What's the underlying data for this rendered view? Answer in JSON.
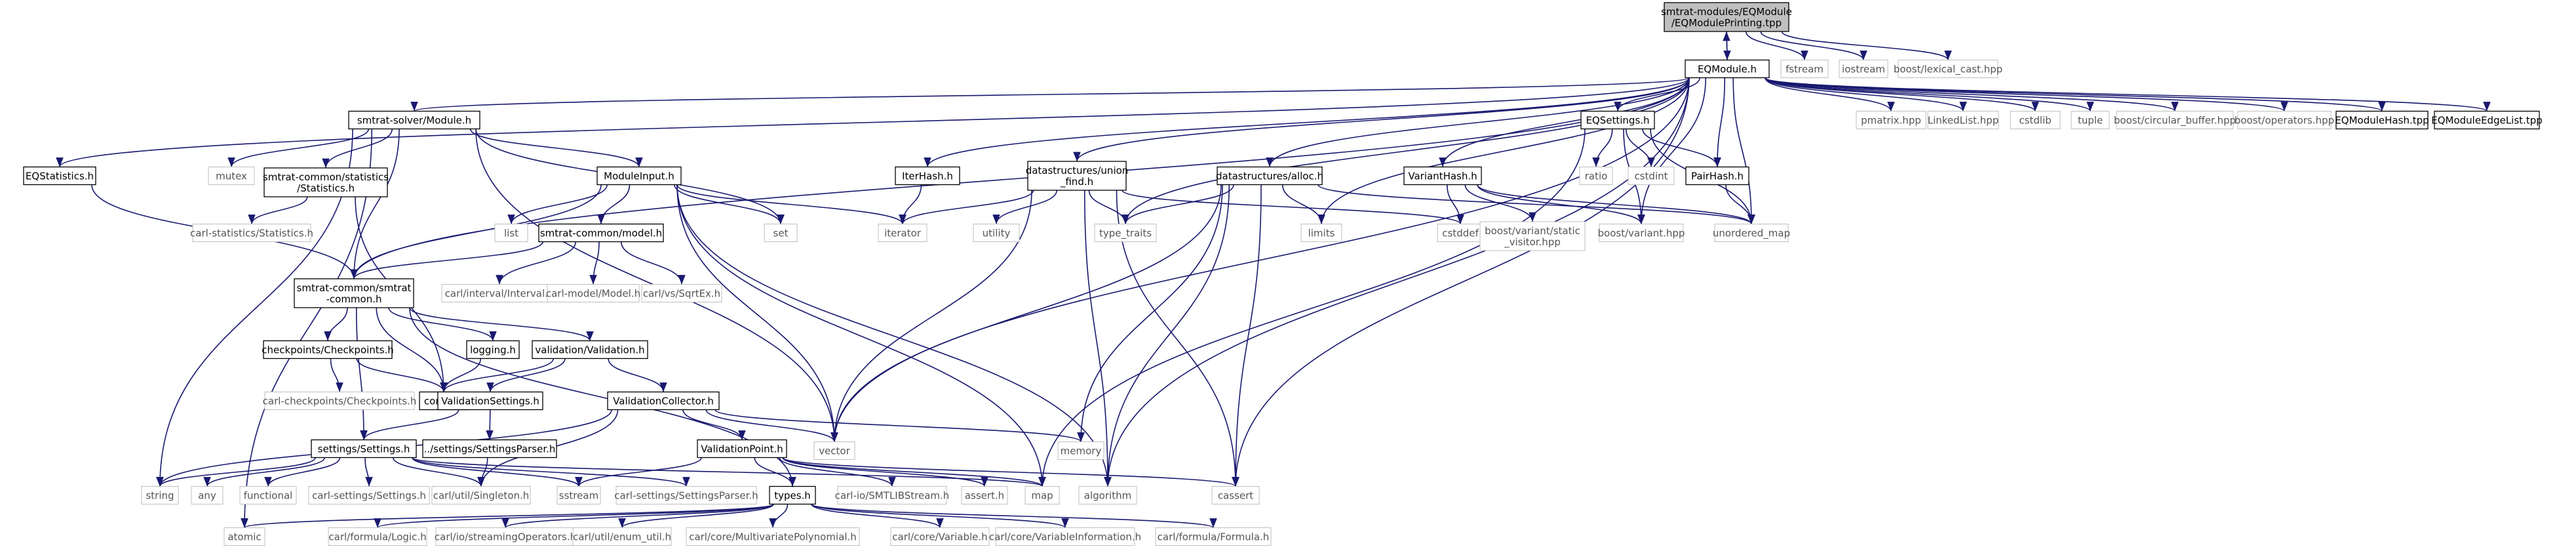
{
  "colors": {
    "edge": "#191970",
    "root_fill": "#bfbfbf",
    "node_border": "#000000",
    "external_border": "#bfbfbf",
    "external_text": "#555555",
    "text": "#000000"
  },
  "nodes": [
    {
      "id": "root",
      "label": "smtrat-modules/EQModule\n/EQModulePrinting.tpp",
      "kind": "root"
    },
    {
      "id": "eqmodule",
      "label": "EQModule.h",
      "kind": "file"
    },
    {
      "id": "fstream",
      "label": "fstream",
      "kind": "external"
    },
    {
      "id": "iostream",
      "label": "iostream",
      "kind": "external"
    },
    {
      "id": "lexical",
      "label": "boost/lexical_cast.hpp",
      "kind": "external"
    },
    {
      "id": "module",
      "label": "smtrat-solver/Module.h",
      "kind": "file"
    },
    {
      "id": "iterhash",
      "label": "IterHash.h",
      "kind": "file"
    },
    {
      "id": "unionfind",
      "label": "datastructures/union\n_find.h",
      "kind": "file"
    },
    {
      "id": "alloc",
      "label": "datastructures/alloc.h",
      "kind": "file"
    },
    {
      "id": "eqsettings",
      "label": "EQSettings.h",
      "kind": "file"
    },
    {
      "id": "varianthash",
      "label": "VariantHash.h",
      "kind": "file"
    },
    {
      "id": "pairhash",
      "label": "PairHash.h",
      "kind": "file"
    },
    {
      "id": "pmatrix",
      "label": "pmatrix.hpp",
      "kind": "external"
    },
    {
      "id": "linkedlist",
      "label": "LinkedList.hpp",
      "kind": "external"
    },
    {
      "id": "cstdlib",
      "label": "cstdlib",
      "kind": "external"
    },
    {
      "id": "tuple",
      "label": "tuple",
      "kind": "external"
    },
    {
      "id": "circbuf",
      "label": "boost/circular_buffer.hpp",
      "kind": "external"
    },
    {
      "id": "boostops",
      "label": "boost/operators.hpp",
      "kind": "external"
    },
    {
      "id": "eqmodulehash",
      "label": "EQModuleHash.tpp",
      "kind": "file"
    },
    {
      "id": "eqmoduleedgelist",
      "label": "EQModuleEdgeList.tpp",
      "kind": "file"
    },
    {
      "id": "eqstatistics",
      "label": "EQStatistics.h",
      "kind": "file"
    },
    {
      "id": "mutex",
      "label": "mutex",
      "kind": "external"
    },
    {
      "id": "statistics",
      "label": "smtrat-common/statistics\n/Statistics.h",
      "kind": "file"
    },
    {
      "id": "moduleinput",
      "label": "ModuleInput.h",
      "kind": "file"
    },
    {
      "id": "carlstats",
      "label": "carl-statistics/Statistics.h",
      "kind": "external"
    },
    {
      "id": "list",
      "label": "list",
      "kind": "external"
    },
    {
      "id": "model",
      "label": "smtrat-common/model.h",
      "kind": "file"
    },
    {
      "id": "set",
      "label": "set",
      "kind": "external"
    },
    {
      "id": "iterator",
      "label": "iterator",
      "kind": "external"
    },
    {
      "id": "utility",
      "label": "utility",
      "kind": "external"
    },
    {
      "id": "typetraits",
      "label": "type_traits",
      "kind": "external"
    },
    {
      "id": "limits",
      "label": "limits",
      "kind": "external"
    },
    {
      "id": "cstddef",
      "label": "cstddef",
      "kind": "external"
    },
    {
      "id": "ratio",
      "label": "ratio",
      "kind": "external"
    },
    {
      "id": "cstdint",
      "label": "cstdint",
      "kind": "external"
    },
    {
      "id": "boostvariant",
      "label": "boost/variant.hpp",
      "kind": "external"
    },
    {
      "id": "unorderedmap",
      "label": "unordered_map",
      "kind": "external"
    },
    {
      "id": "staticvisitor",
      "label": "boost/variant/static\n_visitor.hpp",
      "kind": "external"
    },
    {
      "id": "common",
      "label": "smtrat-common/smtrat\n-common.h",
      "kind": "file"
    },
    {
      "id": "interval",
      "label": "carl/interval/Interval.h",
      "kind": "external"
    },
    {
      "id": "carlmodel",
      "label": "carl-model/Model.h",
      "kind": "external"
    },
    {
      "id": "sqrtex",
      "label": "carl/vs/SqrtEx.h",
      "kind": "external"
    },
    {
      "id": "checkpoints",
      "label": "checkpoints/Checkpoints.h",
      "kind": "file"
    },
    {
      "id": "logging",
      "label": "logging.h",
      "kind": "file"
    },
    {
      "id": "validation",
      "label": "validation/Validation.h",
      "kind": "file"
    },
    {
      "id": "carlcheckpoints",
      "label": "carl-checkpoints/Checkpoints.h",
      "kind": "external"
    },
    {
      "id": "config",
      "label": "config.h",
      "kind": "file"
    },
    {
      "id": "validationsettings",
      "label": "ValidationSettings.h",
      "kind": "file"
    },
    {
      "id": "validationcollector",
      "label": "ValidationCollector.h",
      "kind": "file"
    },
    {
      "id": "settings",
      "label": "settings/Settings.h",
      "kind": "file"
    },
    {
      "id": "settingsparser",
      "label": "../settings/SettingsParser.h",
      "kind": "file"
    },
    {
      "id": "validationpoint",
      "label": "ValidationPoint.h",
      "kind": "file"
    },
    {
      "id": "vector",
      "label": "vector",
      "kind": "external"
    },
    {
      "id": "memory",
      "label": "memory",
      "kind": "external"
    },
    {
      "id": "string",
      "label": "string",
      "kind": "external"
    },
    {
      "id": "any",
      "label": "any",
      "kind": "external"
    },
    {
      "id": "functional",
      "label": "functional",
      "kind": "external"
    },
    {
      "id": "carlsettings",
      "label": "carl-settings/Settings.h",
      "kind": "external"
    },
    {
      "id": "singleton",
      "label": "carl/util/Singleton.h",
      "kind": "external"
    },
    {
      "id": "sstream",
      "label": "sstream",
      "kind": "external"
    },
    {
      "id": "carlsettingsparser",
      "label": "carl-settings/SettingsParser.h",
      "kind": "external"
    },
    {
      "id": "smtlibstream",
      "label": "carl-io/SMTLIBStream.h",
      "kind": "external"
    },
    {
      "id": "asserth",
      "label": "assert.h",
      "kind": "external"
    },
    {
      "id": "map",
      "label": "map",
      "kind": "external"
    },
    {
      "id": "algorithm",
      "label": "algorithm",
      "kind": "external"
    },
    {
      "id": "cassert",
      "label": "cassert",
      "kind": "external"
    },
    {
      "id": "types",
      "label": "types.h",
      "kind": "file"
    },
    {
      "id": "atomic",
      "label": "atomic",
      "kind": "external"
    },
    {
      "id": "logic",
      "label": "carl/formula/Logic.h",
      "kind": "external"
    },
    {
      "id": "streamops",
      "label": "carl/io/streamingOperators.h",
      "kind": "external"
    },
    {
      "id": "enumutil",
      "label": "carl/util/enum_util.h",
      "kind": "external"
    },
    {
      "id": "multipoly",
      "label": "carl/core/MultivariatePolynomial.h",
      "kind": "external"
    },
    {
      "id": "variable",
      "label": "carl/core/Variable.h",
      "kind": "external"
    },
    {
      "id": "varinfo",
      "label": "carl/core/VariableInformation.h",
      "kind": "external"
    },
    {
      "id": "formula",
      "label": "carl/formula/Formula.h",
      "kind": "external"
    }
  ],
  "edges": [
    [
      "root",
      "eqmodule"
    ],
    [
      "root",
      "fstream"
    ],
    [
      "root",
      "iostream"
    ],
    [
      "root",
      "lexical"
    ],
    [
      "eqmodule",
      "root"
    ],
    [
      "eqmodule",
      "module"
    ],
    [
      "eqmodule",
      "iterhash"
    ],
    [
      "eqmodule",
      "unionfind"
    ],
    [
      "eqmodule",
      "alloc"
    ],
    [
      "eqmodule",
      "eqsettings"
    ],
    [
      "eqmodule",
      "varianthash"
    ],
    [
      "eqmodule",
      "pairhash"
    ],
    [
      "eqmodule",
      "pmatrix"
    ],
    [
      "eqmodule",
      "linkedlist"
    ],
    [
      "eqmodule",
      "cstdlib"
    ],
    [
      "eqmodule",
      "tuple"
    ],
    [
      "eqmodule",
      "circbuf"
    ],
    [
      "eqmodule",
      "boostops"
    ],
    [
      "eqmodule",
      "eqmodulehash"
    ],
    [
      "eqmodule",
      "eqmoduleedgelist"
    ],
    [
      "eqmodule",
      "eqstatistics"
    ],
    [
      "eqmodule",
      "common"
    ],
    [
      "eqmodule",
      "vector"
    ],
    [
      "eqmodule",
      "typetraits"
    ],
    [
      "eqmodule",
      "limits"
    ],
    [
      "eqmodule",
      "boostvariant"
    ],
    [
      "eqmodule",
      "unorderedmap"
    ],
    [
      "eqmodule",
      "algorithm"
    ],
    [
      "eqmodule",
      "cassert"
    ],
    [
      "module",
      "mutex"
    ],
    [
      "module",
      "statistics"
    ],
    [
      "module",
      "moduleinput"
    ],
    [
      "module",
      "string"
    ],
    [
      "module",
      "atomic"
    ],
    [
      "module",
      "common"
    ],
    [
      "module",
      "set"
    ],
    [
      "module",
      "vector"
    ],
    [
      "statistics",
      "carlstats"
    ],
    [
      "statistics",
      "config"
    ],
    [
      "moduleinput",
      "list"
    ],
    [
      "moduleinput",
      "model"
    ],
    [
      "moduleinput",
      "set"
    ],
    [
      "moduleinput",
      "iterator"
    ],
    [
      "moduleinput",
      "common"
    ],
    [
      "moduleinput",
      "vector"
    ],
    [
      "moduleinput",
      "algorithm"
    ],
    [
      "moduleinput",
      "map"
    ],
    [
      "model",
      "common"
    ],
    [
      "model",
      "interval"
    ],
    [
      "model",
      "carlmodel"
    ],
    [
      "model",
      "sqrtex"
    ],
    [
      "iterhash",
      "iterator"
    ],
    [
      "unionfind",
      "iterator"
    ],
    [
      "unionfind",
      "utility"
    ],
    [
      "unionfind",
      "typetraits"
    ],
    [
      "unionfind",
      "cstddef"
    ],
    [
      "unionfind",
      "vector"
    ],
    [
      "unionfind",
      "algorithm"
    ],
    [
      "unionfind",
      "cassert"
    ],
    [
      "alloc",
      "typetraits"
    ],
    [
      "alloc",
      "limits"
    ],
    [
      "alloc",
      "vector"
    ],
    [
      "alloc",
      "memory"
    ],
    [
      "alloc",
      "algorithm"
    ],
    [
      "alloc",
      "cassert"
    ],
    [
      "alloc",
      "unorderedmap"
    ],
    [
      "eqsettings",
      "ratio"
    ],
    [
      "eqsettings",
      "cstdint"
    ],
    [
      "eqsettings",
      "pairhash"
    ],
    [
      "eqsettings",
      "boostvariant"
    ],
    [
      "eqsettings",
      "unorderedmap"
    ],
    [
      "eqsettings",
      "map"
    ],
    [
      "varianthash",
      "cstddef"
    ],
    [
      "varianthash",
      "staticvisitor"
    ],
    [
      "varianthash",
      "boostvariant"
    ],
    [
      "varianthash",
      "unorderedmap"
    ],
    [
      "pairhash",
      "unorderedmap"
    ],
    [
      "eqstatistics",
      "common"
    ],
    [
      "common",
      "checkpoints"
    ],
    [
      "common",
      "logging"
    ],
    [
      "common",
      "validation"
    ],
    [
      "common",
      "config"
    ],
    [
      "common",
      "settings"
    ],
    [
      "common",
      "types"
    ],
    [
      "checkpoints",
      "carlcheckpoints"
    ],
    [
      "checkpoints",
      "config"
    ],
    [
      "logging",
      "config"
    ],
    [
      "validation",
      "config"
    ],
    [
      "validation",
      "validationsettings"
    ],
    [
      "validation",
      "validationcollector"
    ],
    [
      "validationsettings",
      "settings"
    ],
    [
      "validationsettings",
      "settingsparser"
    ],
    [
      "validationcollector",
      "validationpoint"
    ],
    [
      "validationcollector",
      "vector"
    ],
    [
      "validationcollector",
      "memory"
    ],
    [
      "validationcollector",
      "singleton"
    ],
    [
      "validationcollector",
      "string"
    ],
    [
      "settings",
      "string"
    ],
    [
      "settings",
      "any"
    ],
    [
      "settings",
      "functional"
    ],
    [
      "settings",
      "carlsettings"
    ],
    [
      "settings",
      "singleton"
    ],
    [
      "settings",
      "sstream"
    ],
    [
      "settings",
      "carlsettingsparser"
    ],
    [
      "settings",
      "map"
    ],
    [
      "settingsparser",
      "singleton"
    ],
    [
      "validationpoint",
      "types"
    ],
    [
      "validationpoint",
      "smtlibstream"
    ],
    [
      "validationpoint",
      "asserth"
    ],
    [
      "validationpoint",
      "map"
    ],
    [
      "validationpoint",
      "cassert"
    ],
    [
      "validationpoint",
      "sstream"
    ],
    [
      "types",
      "atomic"
    ],
    [
      "types",
      "logic"
    ],
    [
      "types",
      "streamops"
    ],
    [
      "types",
      "enumutil"
    ],
    [
      "types",
      "multipoly"
    ],
    [
      "types",
      "variable"
    ],
    [
      "types",
      "varinfo"
    ],
    [
      "types",
      "formula"
    ]
  ]
}
